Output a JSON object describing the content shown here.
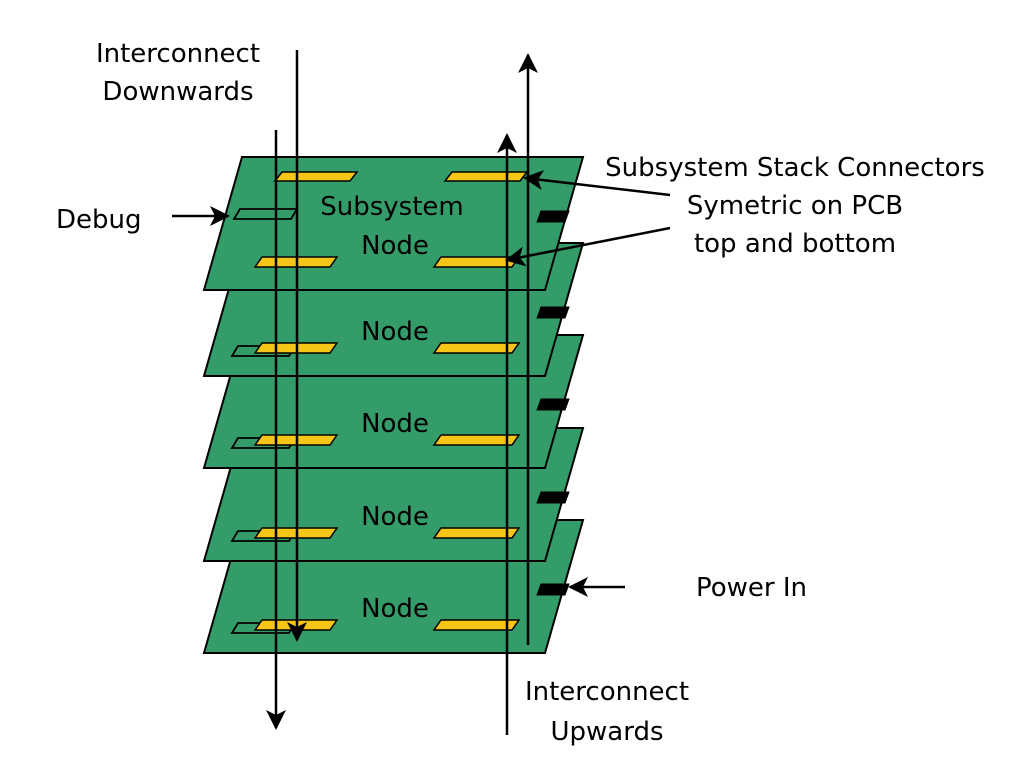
{
  "labels": {
    "interconnect_down": [
      "Interconnect",
      "Downwards"
    ],
    "interconnect_up": [
      "Interconnect",
      "Upwards"
    ],
    "debug": "Debug",
    "connectors": [
      "Subsystem Stack Connectors",
      "Symetric on PCB",
      "top and bottom"
    ],
    "power_in": "Power In"
  },
  "boards": [
    {
      "label": "Node"
    },
    {
      "label": "Node"
    },
    {
      "label": "Node"
    },
    {
      "label": "Node"
    },
    {
      "label": [
        "Subsystem",
        "Node"
      ]
    }
  ],
  "colors": {
    "pcb": "#349c69",
    "connector": "#f5c518",
    "power_jack": "#000000",
    "line": "#000000"
  }
}
